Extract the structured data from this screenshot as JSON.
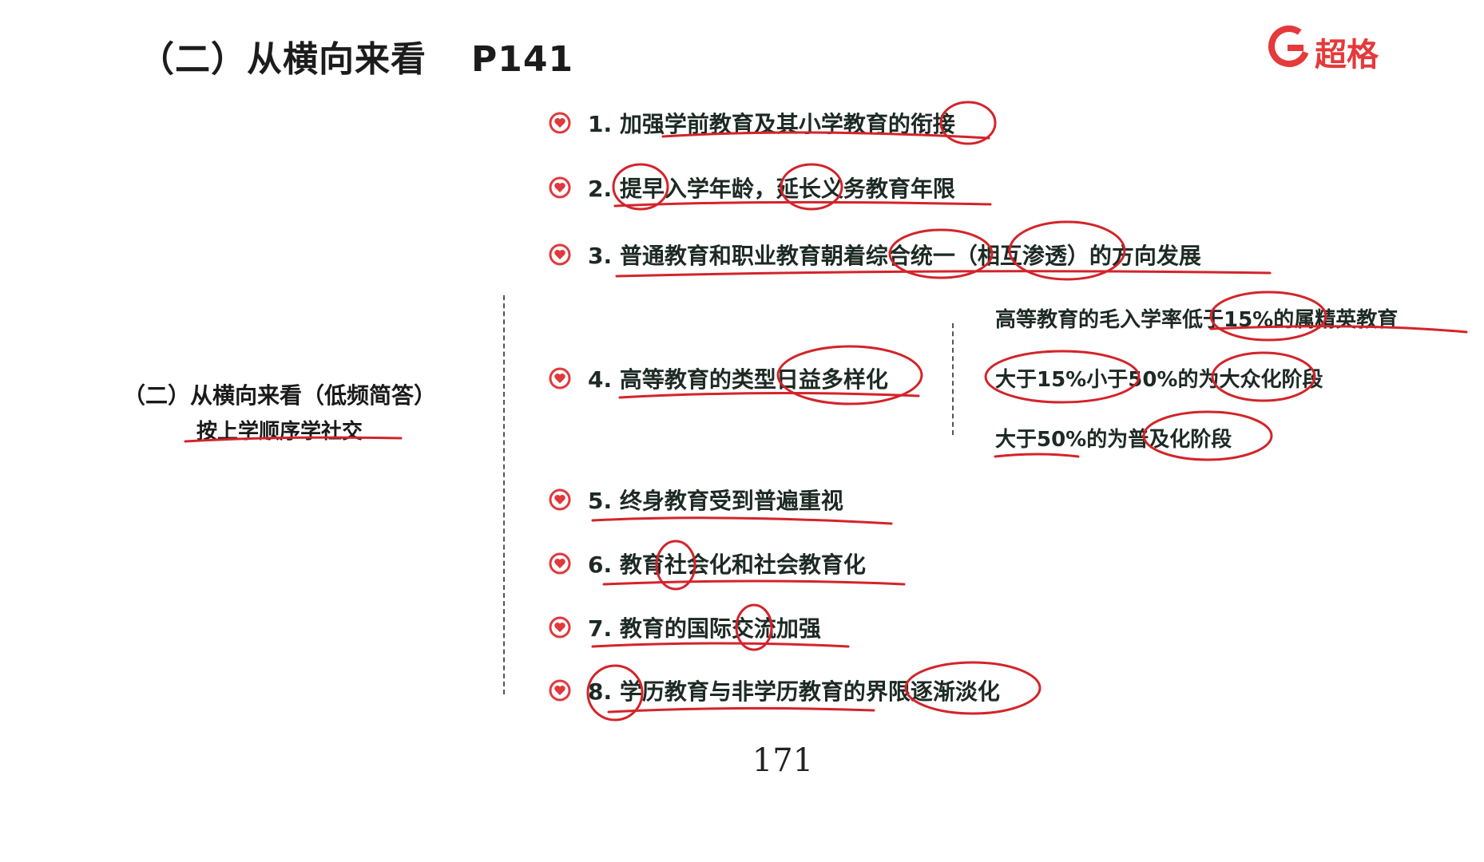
{
  "header": {
    "title": "（二）从横向来看",
    "page_ref": "P141"
  },
  "logo": {
    "icon": "g-logo-icon",
    "text": "超格",
    "color": "#e5393b"
  },
  "left_note": {
    "line1": "（二）从横向来看（低频简答）",
    "line2": "按上学顺序学社交"
  },
  "items": [
    {
      "label": "1. 加强学前教育及其小学教育的衔接"
    },
    {
      "label": "2. 提早入学年龄，延长义务教育年限"
    },
    {
      "label": "3. 普通教育和职业教育朝着综合统一（相互渗透）的方向发展"
    },
    {
      "label": "4. 高等教育的类型日益多样化"
    },
    {
      "label": "5. 终身教育受到普遍重视"
    },
    {
      "label": "6. 教育社会化和社会教育化"
    },
    {
      "label": "7. 教育的国际交流加强"
    },
    {
      "label": "8. 学历教育与非学历教育的界限逐渐淡化"
    }
  ],
  "sub_items": [
    {
      "label": "高等教育的毛入学率低于15%的属精英教育"
    },
    {
      "label": "大于15%小于50%的为大众化阶段"
    },
    {
      "label": "大于50%的为普及化阶段"
    }
  ],
  "page_number": "171",
  "colors": {
    "accent_red": "#d3242a",
    "bullet_red": "#e0393d"
  }
}
